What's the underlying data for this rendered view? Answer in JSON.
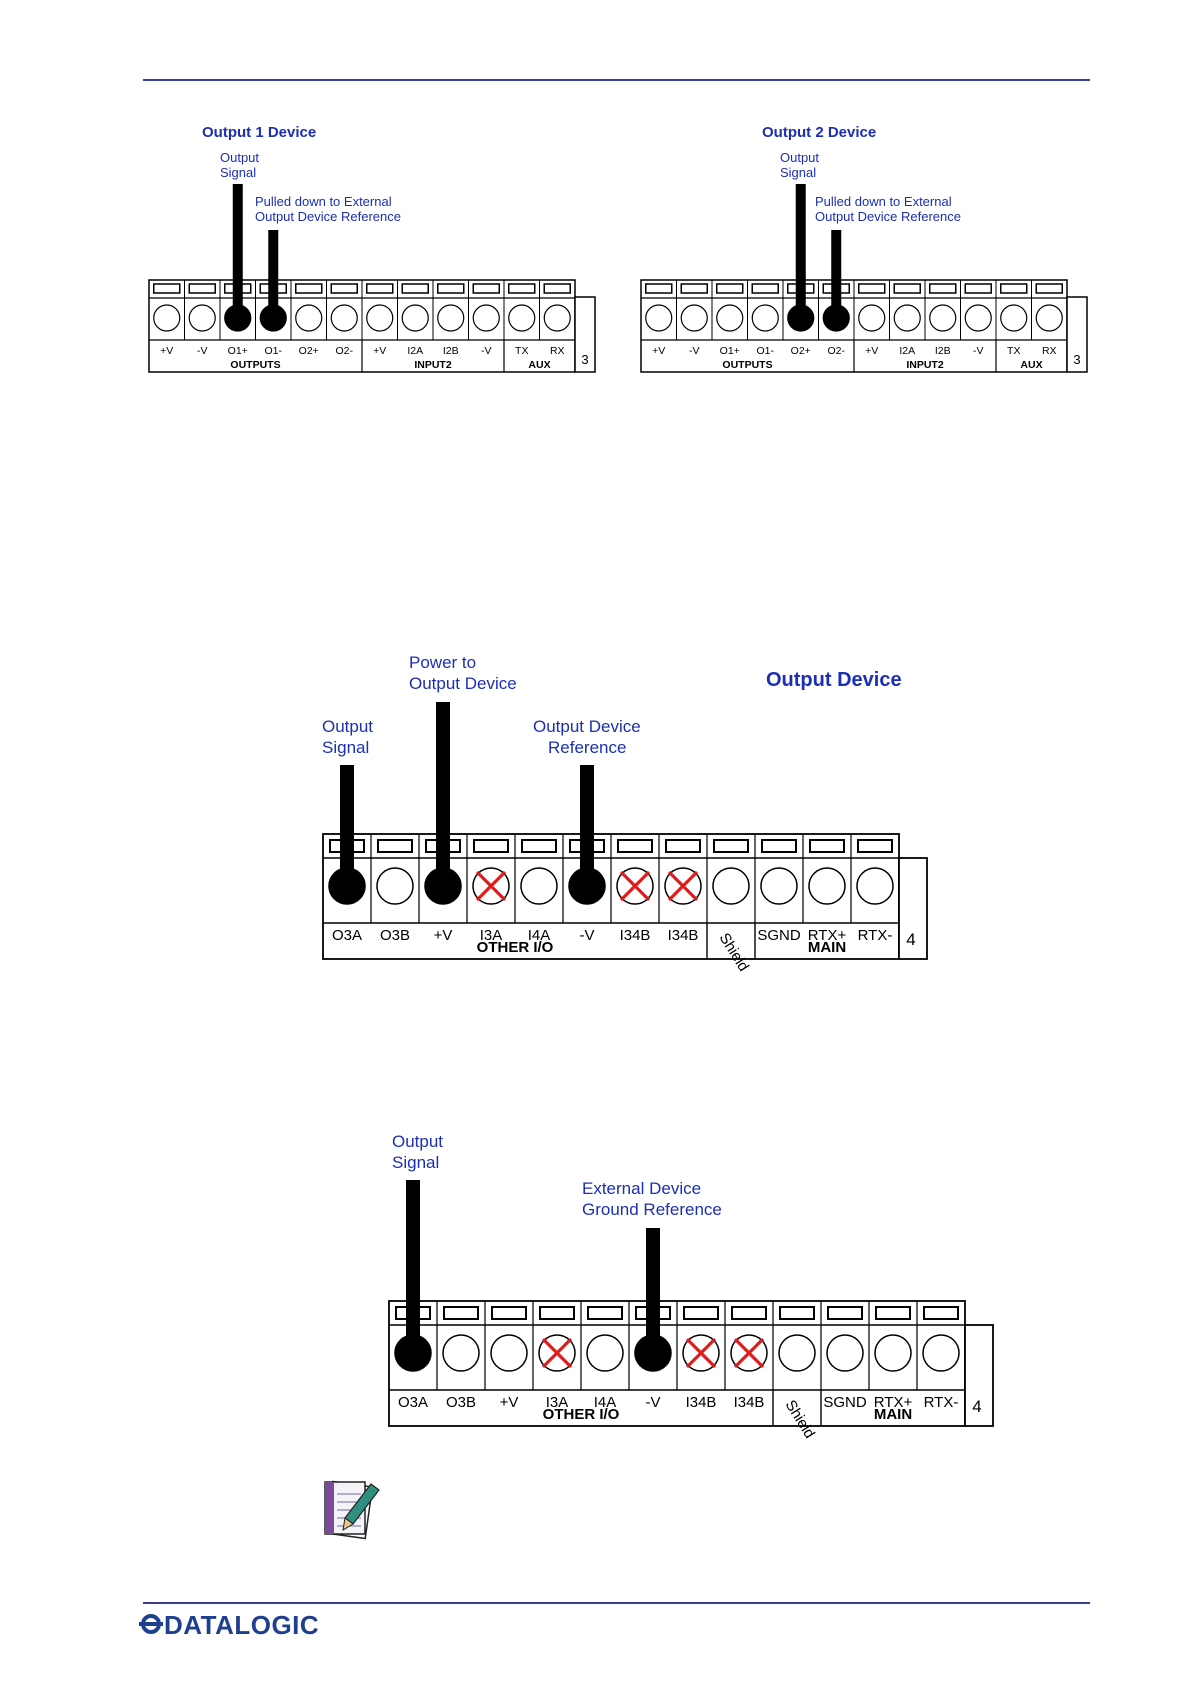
{
  "diagram1": {
    "title": "Output 1 Device",
    "signal_label": [
      "Output",
      "Signal"
    ],
    "ref_label": [
      "Pulled down to External",
      "Output Device Reference"
    ],
    "terminals": [
      "+V",
      "-V",
      "O1+",
      "O1-",
      "O2+",
      "O2-",
      "+V",
      "I2A",
      "I2B",
      "-V",
      "TX",
      "RX"
    ],
    "groups": [
      "OUTPUTS",
      "INPUT2",
      "AUX"
    ],
    "block_number": "3"
  },
  "diagram2": {
    "title": "Output 2 Device",
    "signal_label": [
      "Output",
      "Signal"
    ],
    "ref_label": [
      "Pulled down to External",
      "Output Device Reference"
    ],
    "terminals": [
      "+V",
      "-V",
      "O1+",
      "O1-",
      "O2+",
      "O2-",
      "+V",
      "I2A",
      "I2B",
      "-V",
      "TX",
      "RX"
    ],
    "groups": [
      "OUTPUTS",
      "INPUT2",
      "AUX"
    ],
    "block_number": "3"
  },
  "diagram3": {
    "title": "Output Device",
    "signal_label": [
      "Output",
      "Signal"
    ],
    "power_label": [
      "Power to",
      "Output Device"
    ],
    "ref_label": [
      "Output Device",
      "Reference"
    ],
    "terminals": [
      "O3A",
      "O3B",
      "+V",
      "I3A",
      "I4A",
      "-V",
      "I34B",
      "I34B",
      "Shield",
      "SGND",
      "RTX+",
      "RTX-"
    ],
    "groups": [
      "OTHER I/O",
      "MAIN"
    ],
    "block_number": "4"
  },
  "diagram4": {
    "signal_label": [
      "Output",
      "Signal"
    ],
    "ref_label": [
      "External Device",
      "Ground Reference"
    ],
    "terminals": [
      "O3A",
      "O3B",
      "+V",
      "I3A",
      "I4A",
      "-V",
      "I34B",
      "I34B",
      "Shield",
      "SGND",
      "RTX+",
      "RTX-"
    ],
    "groups": [
      "OTHER I/O",
      "MAIN"
    ],
    "block_number": "4"
  },
  "footer": {
    "logo_text": "DATALOGIC"
  },
  "colors": {
    "label_blue": "#1c2fb5",
    "rule_line": "#3a3f8f",
    "logo_blue": "#1f3f8f",
    "cross_red": "#e01b1b"
  }
}
